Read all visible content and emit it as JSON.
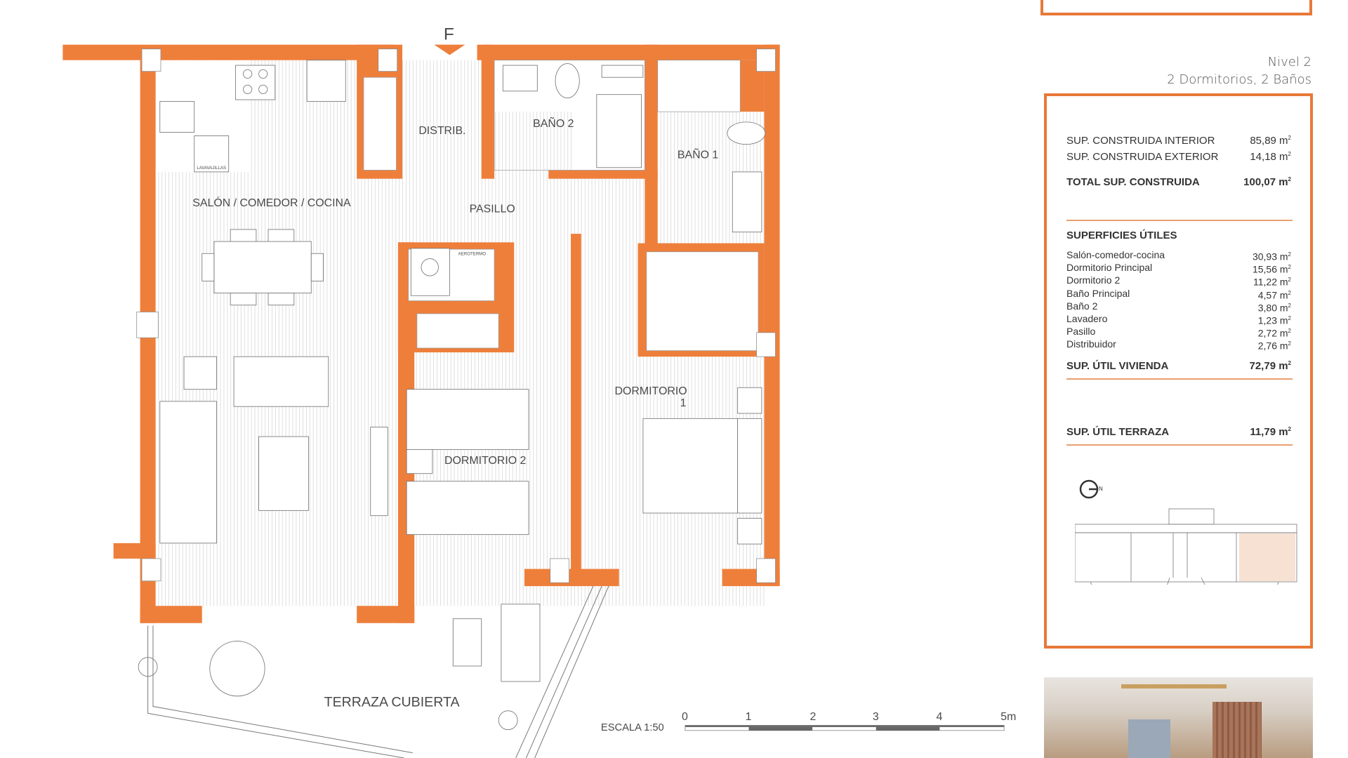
{
  "plan": {
    "entrance_mark": "F",
    "rooms": {
      "salon": "SALÓN / COMEDOR / COCINA",
      "distrib": "DISTRIB.",
      "bano2": "BAÑO 2",
      "bano1": "BAÑO 1",
      "pasillo": "PASILLO",
      "dormitorio1_line1": "DORMITORIO",
      "dormitorio1_line2": "1",
      "dormitorio2": "DORMITORIO 2",
      "terraza": "TERRAZA CUBIERTA"
    },
    "appliance_labels": {
      "aerotermo": "AEROTERMO",
      "lavavajillas": "LAVAVAJILLAS"
    },
    "scale": {
      "label": "ESCALA 1:50",
      "ticks": [
        "0",
        "1",
        "2",
        "3",
        "4",
        "5m"
      ]
    },
    "wall_color": "#ee7f3b"
  },
  "header": {
    "level": "Nivel 2",
    "summary": "2 Dormitorios, 2 Baños"
  },
  "areas": {
    "constructed": [
      {
        "label": "SUP. CONSTRUIDA INTERIOR",
        "value": "85,89 m",
        "unit_sup": "2"
      },
      {
        "label": "SUP. CONSTRUIDA EXTERIOR",
        "value": "14,18 m",
        "unit_sup": "2"
      }
    ],
    "total": {
      "label": "TOTAL SUP. CONSTRUIDA",
      "value": "100,07 m",
      "unit_sup": "2"
    },
    "useful_title": "SUPERFICIES ÚTILES",
    "useful": [
      {
        "label": "Salón-comedor-cocina",
        "value": "30,93 m",
        "unit_sup": "2"
      },
      {
        "label": "Dormitorio Principal",
        "value": "15,56 m",
        "unit_sup": "2"
      },
      {
        "label": "Dormitorio 2",
        "value": "11,22 m",
        "unit_sup": "2"
      },
      {
        "label": "Baño Principal",
        "value": "4,57 m",
        "unit_sup": "2"
      },
      {
        "label": "Baño 2",
        "value": "3,80 m",
        "unit_sup": "2"
      },
      {
        "label": "Lavadero",
        "value": "1,23 m",
        "unit_sup": "2"
      },
      {
        "label": "Pasillo",
        "value": "2,72 m",
        "unit_sup": "2"
      },
      {
        "label": "Distribuidor",
        "value": "2,76 m",
        "unit_sup": "2"
      }
    ],
    "useful_total": {
      "label": "SUP. ÚTIL VIVIENDA",
      "value": "72,79 m",
      "unit_sup": "2"
    },
    "terrace": {
      "label": "SUP. ÚTIL TERRAZA",
      "value": "11,79 m",
      "unit_sup": "2"
    }
  },
  "compass": {
    "label": "N"
  },
  "accent_color": "#e8793a",
  "highlight_color": "#f7e1d3"
}
